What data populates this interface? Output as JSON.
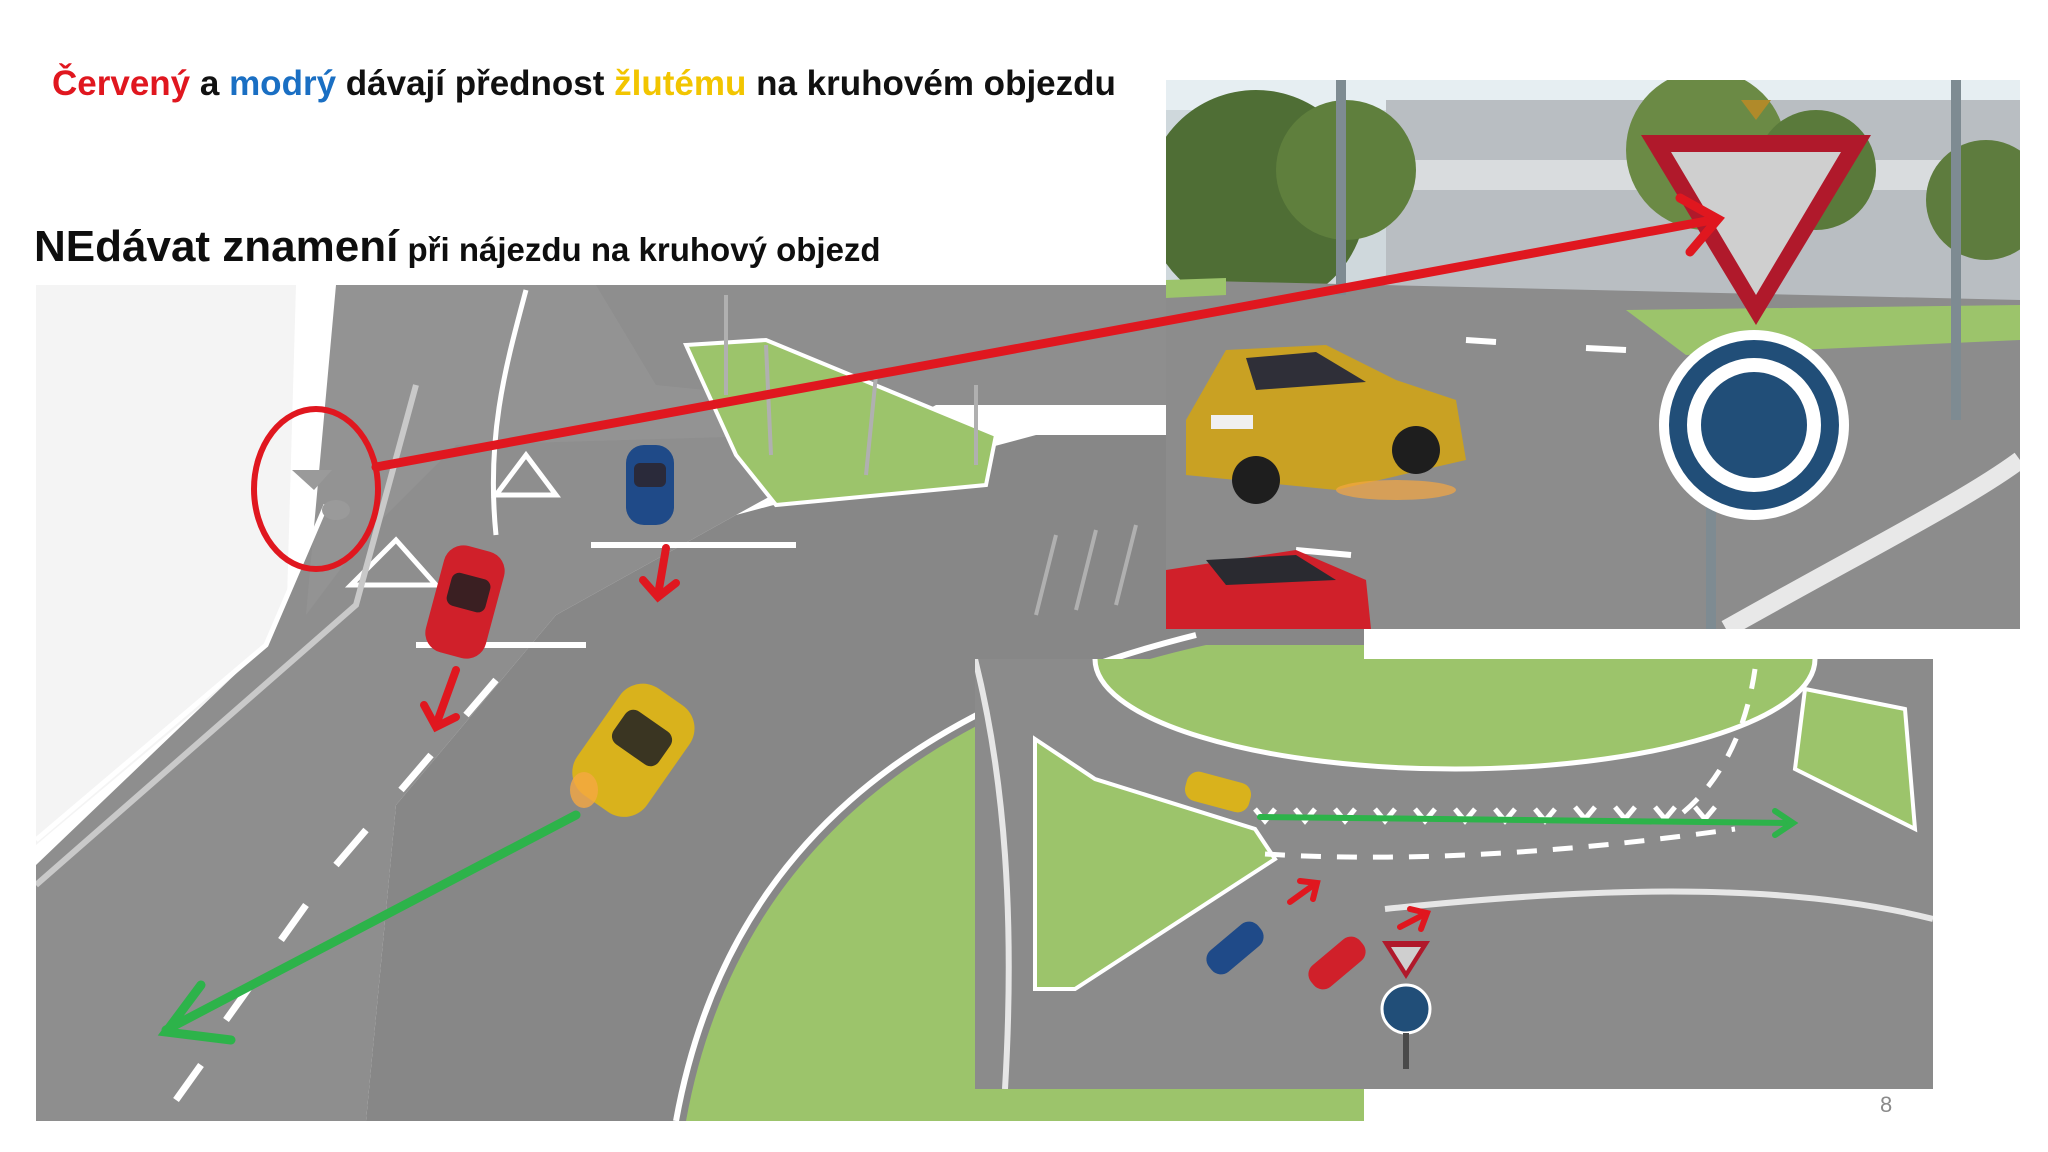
{
  "heading": {
    "part_red": "Červený",
    "part_and": " a ",
    "part_blue": "modrý",
    "part_middle": " dávají přednost ",
    "part_yellow": "žlutému",
    "part_end": " na kruhovém objezdu"
  },
  "instruction": {
    "emphasis": "NEdávat znamení",
    "rest": " při nájezdu na kruhový objezd"
  },
  "sign_plate": "",
  "page_number": "8",
  "colors": {
    "red": "#e0171f",
    "blue": "#1a6fc3",
    "yellow": "#f2c500",
    "green_arrow": "#2db34a",
    "grass": "#9cc46b",
    "asphalt": "#8d8d8d"
  },
  "icons": [
    "yield-sign-icon",
    "roundabout-sign-icon",
    "red-arrow-icon",
    "green-arrow-icon"
  ]
}
